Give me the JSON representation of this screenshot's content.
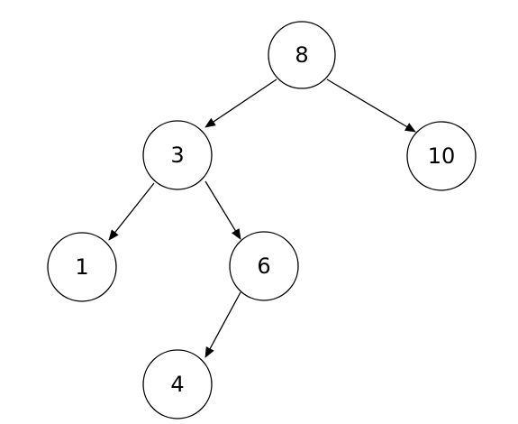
{
  "tree": {
    "nodes": [
      {
        "id": "n8",
        "label": "8"
      },
      {
        "id": "n3",
        "label": "3"
      },
      {
        "id": "n10",
        "label": "10"
      },
      {
        "id": "n1",
        "label": "1"
      },
      {
        "id": "n6",
        "label": "6"
      },
      {
        "id": "n4",
        "label": "4"
      }
    ],
    "edges": [
      {
        "from": "n8",
        "to": "n3"
      },
      {
        "from": "n8",
        "to": "n10"
      },
      {
        "from": "n3",
        "to": "n1"
      },
      {
        "from": "n3",
        "to": "n6"
      },
      {
        "from": "n6",
        "to": "n4"
      }
    ],
    "colors": {
      "stroke": "#000000",
      "fill": "#ffffff",
      "text": "#000000"
    }
  }
}
